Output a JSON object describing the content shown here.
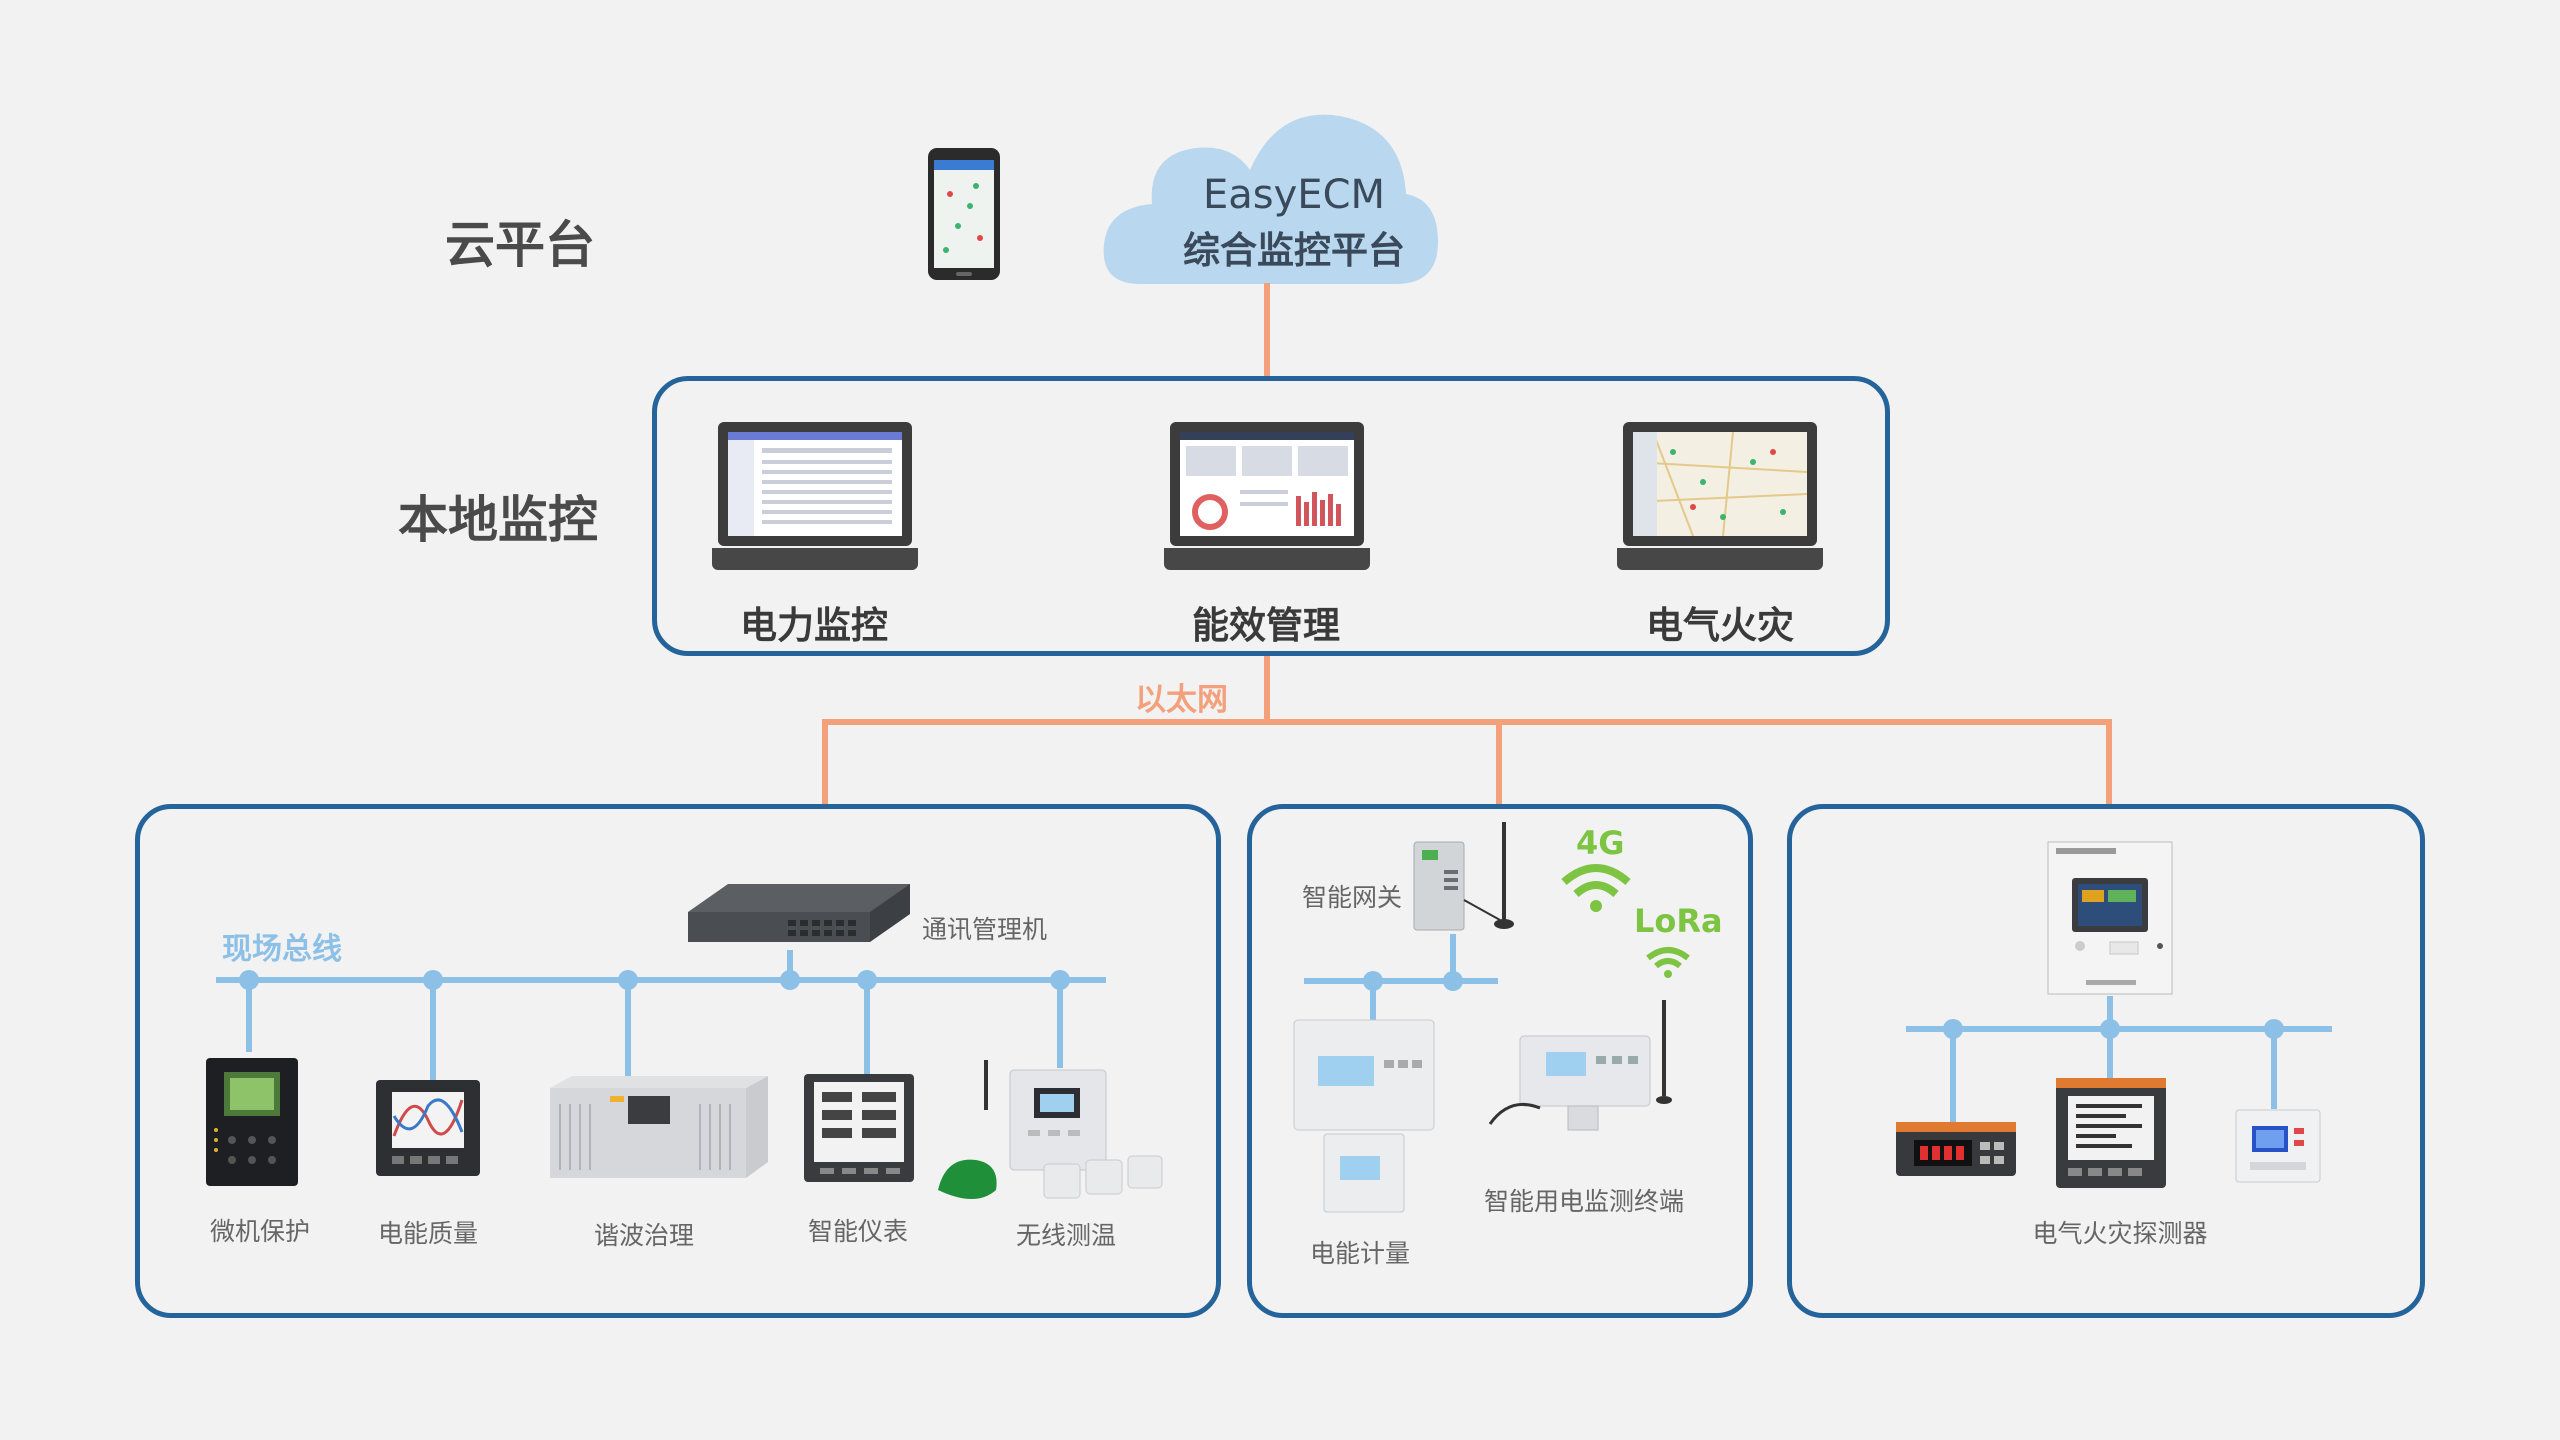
{
  "tiers": {
    "cloud": "云平台",
    "local": "本地监控"
  },
  "cloud_platform": {
    "line1": "EasyECM",
    "line2": "综合监控平台"
  },
  "local_monitoring": {
    "items": [
      "电力监控",
      "能效管理",
      "电气火灾"
    ]
  },
  "network": {
    "ethernet": "以太网"
  },
  "left_group": {
    "fieldbus": "现场总线",
    "comm_manager": "通讯管理机",
    "devices": [
      "微机保护",
      "电能质量",
      "谐波治理",
      "智能仪表",
      "无线测温"
    ]
  },
  "middle_group": {
    "gateway": "智能网关",
    "signal_4g": "4G",
    "signal_lora": "LoRa",
    "energy_meter": "电能计量",
    "terminal": "智能用电监测终端"
  },
  "right_group": {
    "detector": "电气火灾探测器"
  },
  "colors": {
    "box_border": "#24649a",
    "ethernet_line": "#f4a07a",
    "bus_line": "#8cc0e6",
    "wireless": "#7cc441",
    "cloud": "#b9d7ee"
  }
}
